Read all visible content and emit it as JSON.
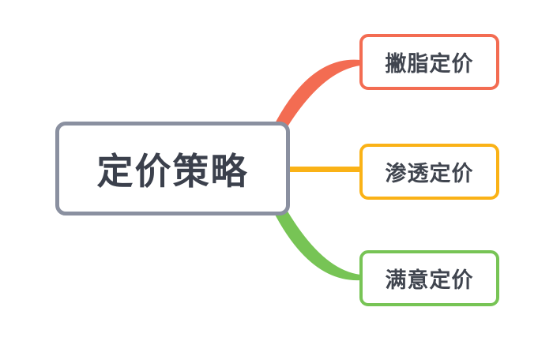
{
  "diagram": {
    "type": "mindmap",
    "background": "#FFFFFF",
    "root": {
      "label": "定价策略",
      "border_color": "#8A90A0",
      "text_color": "#3B404C"
    },
    "branches": [
      {
        "label": "撇脂定价",
        "color": "#F36C52"
      },
      {
        "label": "渗透定价",
        "color": "#FAB216"
      },
      {
        "label": "满意定价",
        "color": "#77C455"
      }
    ]
  }
}
